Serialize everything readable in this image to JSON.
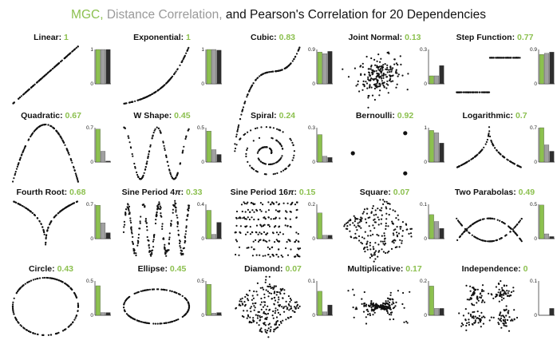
{
  "title": {
    "mgc": "MGC,",
    "dcorr": "Distance Correlation,",
    "rest": "and Pearson's Correlation for 20 Dependencies"
  },
  "colors": {
    "mgc": "#8cc04f",
    "dcorr": "#a0a0a0",
    "pearson": "#2e2e2e",
    "points": "#111111"
  },
  "chart_data": {
    "type": "bar",
    "series_labels": [
      "MGC",
      "Distance Correlation",
      "Pearson's Correlation"
    ],
    "panels": [
      {
        "name": "Linear",
        "mgc": "1",
        "ticks": [
          "0",
          "1"
        ],
        "ymax": 1,
        "values": [
          1,
          1,
          1
        ],
        "shape": "linear"
      },
      {
        "name": "Exponential",
        "mgc": "1",
        "ticks": [
          "0",
          "1"
        ],
        "ymax": 1,
        "values": [
          1,
          1,
          0.98
        ],
        "shape": "exponential"
      },
      {
        "name": "Cubic",
        "mgc": "0.83",
        "ticks": [
          "0",
          "0.9"
        ],
        "ymax": 0.9,
        "values": [
          0.83,
          0.79,
          0.85
        ],
        "shape": "cubic"
      },
      {
        "name": "Joint Normal",
        "mgc": "0.13",
        "ticks": [
          "0",
          "0.3"
        ],
        "ymax": 0.3,
        "values": [
          0.07,
          0.07,
          0.16
        ],
        "shape": "jointnormal"
      },
      {
        "name": "Step Function",
        "mgc": "0.77",
        "ticks": [
          "0",
          "0.9"
        ],
        "ymax": 0.9,
        "values": [
          0.77,
          0.8,
          0.83
        ],
        "shape": "step"
      },
      {
        "name": "Quadratic",
        "mgc": "0.67",
        "ticks": [
          "0",
          "0.7"
        ],
        "ymax": 0.7,
        "values": [
          0.67,
          0.22,
          0.02
        ],
        "shape": "quadratic"
      },
      {
        "name": "W Shape",
        "mgc": "0.45",
        "ticks": [
          "0",
          "0.5"
        ],
        "ymax": 0.5,
        "values": [
          0.45,
          0.18,
          0.11
        ],
        "shape": "wshape"
      },
      {
        "name": "Spiral",
        "mgc": "0.24",
        "ticks": [
          "0",
          "0.3"
        ],
        "ymax": 0.3,
        "values": [
          0.24,
          0.05,
          0.04
        ],
        "shape": "spiral"
      },
      {
        "name": "Bernoulli",
        "mgc": "0.92",
        "ticks": [
          "0",
          "1"
        ],
        "ymax": 1,
        "values": [
          0.92,
          0.85,
          0.55
        ],
        "shape": "bernoulli"
      },
      {
        "name": "Logarithmic",
        "mgc": "0.7",
        "ticks": [
          "0",
          "0.7"
        ],
        "ymax": 0.7,
        "values": [
          0.7,
          0.35,
          0.22
        ],
        "shape": "logarithmic"
      },
      {
        "name": "Fourth Root",
        "mgc": "0.68",
        "ticks": [
          "0",
          "0.7"
        ],
        "ymax": 0.7,
        "values": [
          0.68,
          0.32,
          0.12
        ],
        "shape": "fourthroot"
      },
      {
        "name": "Sine Period 4",
        "suffix": "π",
        "mgc": "0.33",
        "ticks": [
          "0",
          "0.4"
        ],
        "ymax": 0.4,
        "values": [
          0.33,
          0.05,
          0.19
        ],
        "shape": "sine4"
      },
      {
        "name": "Sine Period 16",
        "suffix": "π",
        "mgc": "0.15",
        "ticks": [
          "0",
          "0.2"
        ],
        "ymax": 0.2,
        "values": [
          0.15,
          0.02,
          0.02
        ],
        "shape": "sine16"
      },
      {
        "name": "Square",
        "mgc": "0.07",
        "ticks": [
          "0",
          "0.1"
        ],
        "ymax": 0.1,
        "values": [
          0.07,
          0.05,
          0.03
        ],
        "shape": "square"
      },
      {
        "name": "Two Parabolas",
        "mgc": "0.49",
        "ticks": [
          "0",
          "0.5"
        ],
        "ymax": 0.5,
        "values": [
          0.49,
          0.07,
          0.03
        ],
        "shape": "twoparabolas"
      },
      {
        "name": "Circle",
        "mgc": "0.43",
        "ticks": [
          "0",
          "0.5"
        ],
        "ymax": 0.5,
        "values": [
          0.43,
          0.04,
          0.04
        ],
        "shape": "circle"
      },
      {
        "name": "Ellipse",
        "mgc": "0.45",
        "ticks": [
          "0",
          "0.5"
        ],
        "ymax": 0.5,
        "values": [
          0.45,
          0.03,
          0.04
        ],
        "shape": "ellipse"
      },
      {
        "name": "Diamond",
        "mgc": "0.07",
        "ticks": [
          "0",
          "0.1"
        ],
        "ymax": 0.1,
        "values": [
          0.07,
          0.01,
          0.03
        ],
        "shape": "diamond"
      },
      {
        "name": "Multiplicative",
        "mgc": "0.17",
        "ticks": [
          "0",
          "0.2"
        ],
        "ymax": 0.2,
        "values": [
          0.17,
          0.04,
          0.04
        ],
        "shape": "multiplicative"
      },
      {
        "name": "Independence",
        "mgc": "0",
        "ticks": [
          "0",
          "0.1"
        ],
        "ymax": 0.1,
        "values": [
          0,
          0,
          0.02
        ],
        "shape": "independence"
      }
    ]
  }
}
